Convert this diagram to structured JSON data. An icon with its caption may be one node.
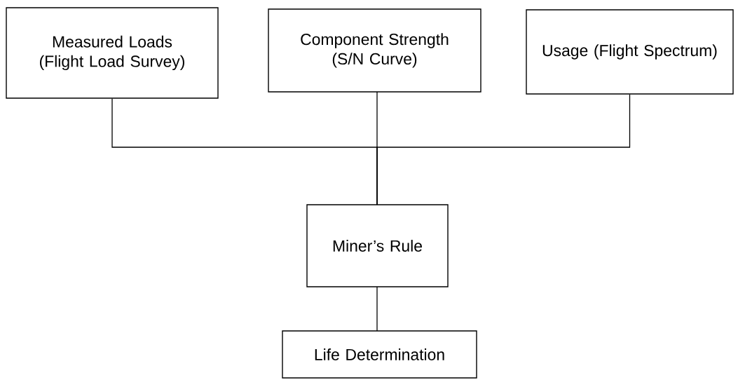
{
  "diagram": {
    "nodes": [
      {
        "text": [
          "Measured Loads (Flight Load Survey)"
        ]
      },
      {
        "text": [
          "Component Strength (S/N Curve)"
        ]
      },
      {
        "text": [
          "Usage (Flight Spectrum)"
        ]
      },
      {
        "text": [
          "Miner’s Rule"
        ]
      },
      {
        "text": [
          "Life Determination"
        ]
      }
    ],
    "edges": [
      {
        "from": 0,
        "to": 3,
        "arrow": "none"
      },
      {
        "from": 1,
        "to": 3,
        "arrow": "none"
      },
      {
        "from": 2,
        "to": 3,
        "arrow": "none"
      },
      {
        "from": 3,
        "to": 4,
        "arrow": "none"
      }
    ]
  }
}
